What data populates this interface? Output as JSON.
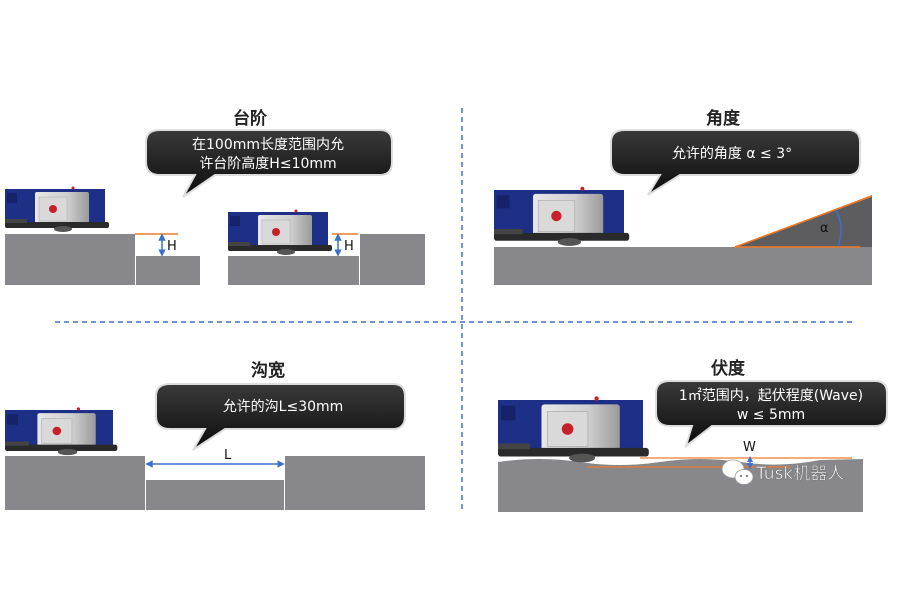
{
  "panels": {
    "step": {
      "title": "台阶",
      "bubble_line1": "在100mm长度范围内允",
      "bubble_line2": "许台阶高度H≤10mm",
      "label": "H"
    },
    "angle": {
      "title": "角度",
      "bubble_line1": "允许的角度 α ≤ 3°",
      "label": "α"
    },
    "gap": {
      "title": "沟宽",
      "bubble_line1": "允许的沟L≤30mm",
      "label": "L"
    },
    "wave": {
      "title": "伏度",
      "bubble_line1": "1㎡范围内，起伏程度(Wave)",
      "bubble_line2": "w ≤ 5mm",
      "label": "W"
    }
  },
  "watermark": "Tusk机器人",
  "colors": {
    "ground": "#87878c",
    "ramp": "#5d5d60",
    "orange": "#f07a28",
    "blue": "#3b6fd1",
    "bubble": "#1c1c1c",
    "robot_body": "#1d2f86"
  }
}
